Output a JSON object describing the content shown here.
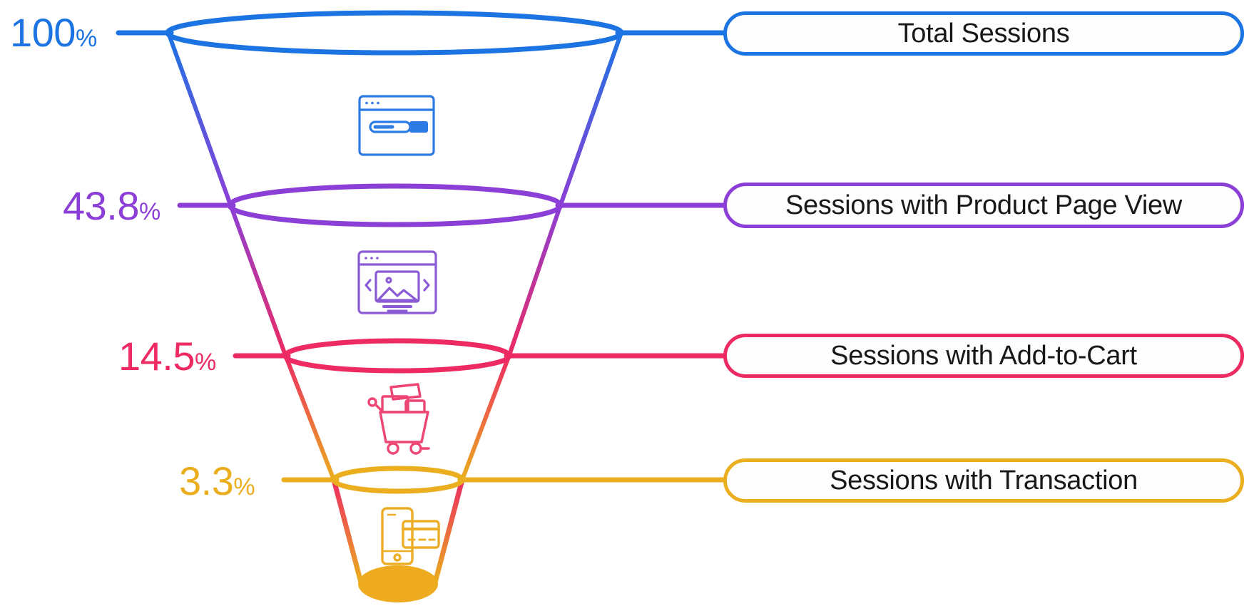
{
  "chart_data": {
    "type": "funnel",
    "title": "",
    "categories": [
      "Total Sessions",
      "Sessions with Product Page View",
      "Sessions with Add-to-Cart",
      "Sessions with Transaction"
    ],
    "values": [
      100,
      43.8,
      14.5,
      3.3
    ],
    "value_labels": [
      "100",
      "43.8",
      "14.5",
      "3.3"
    ],
    "value_unit": "%",
    "colors": [
      "#1C74E3",
      "#8B3FD6",
      "#ED2A62",
      "#EAAE1E"
    ],
    "xlabel": "",
    "ylabel": "",
    "legend": "none",
    "grid": false,
    "orientation": "vertical-descending"
  },
  "funnel": {
    "stages": [
      {
        "id": "total-sessions",
        "label": "Total Sessions",
        "percent_number": "100",
        "percent_symbol": "%",
        "color": "#1C74E3",
        "icon": "browser-search-icon"
      },
      {
        "id": "product-page-view",
        "label": "Sessions with Product Page View",
        "percent_number": "43.8",
        "percent_symbol": "%",
        "color": "#8B3FD6",
        "icon": "product-gallery-icon"
      },
      {
        "id": "add-to-cart",
        "label": "Sessions with Add-to-Cart",
        "percent_number": "14.5",
        "percent_symbol": "%",
        "color": "#ED2A62",
        "icon": "shopping-cart-icon"
      },
      {
        "id": "transaction",
        "label": "Sessions with Transaction",
        "percent_number": "3.3",
        "percent_symbol": "%",
        "color": "#EAAE1E",
        "icon": "mobile-payment-icon"
      }
    ]
  },
  "palette": {
    "background": "#FFFFFF",
    "pill_fill": "#FDFDFD",
    "pill_text": "#18181A"
  }
}
